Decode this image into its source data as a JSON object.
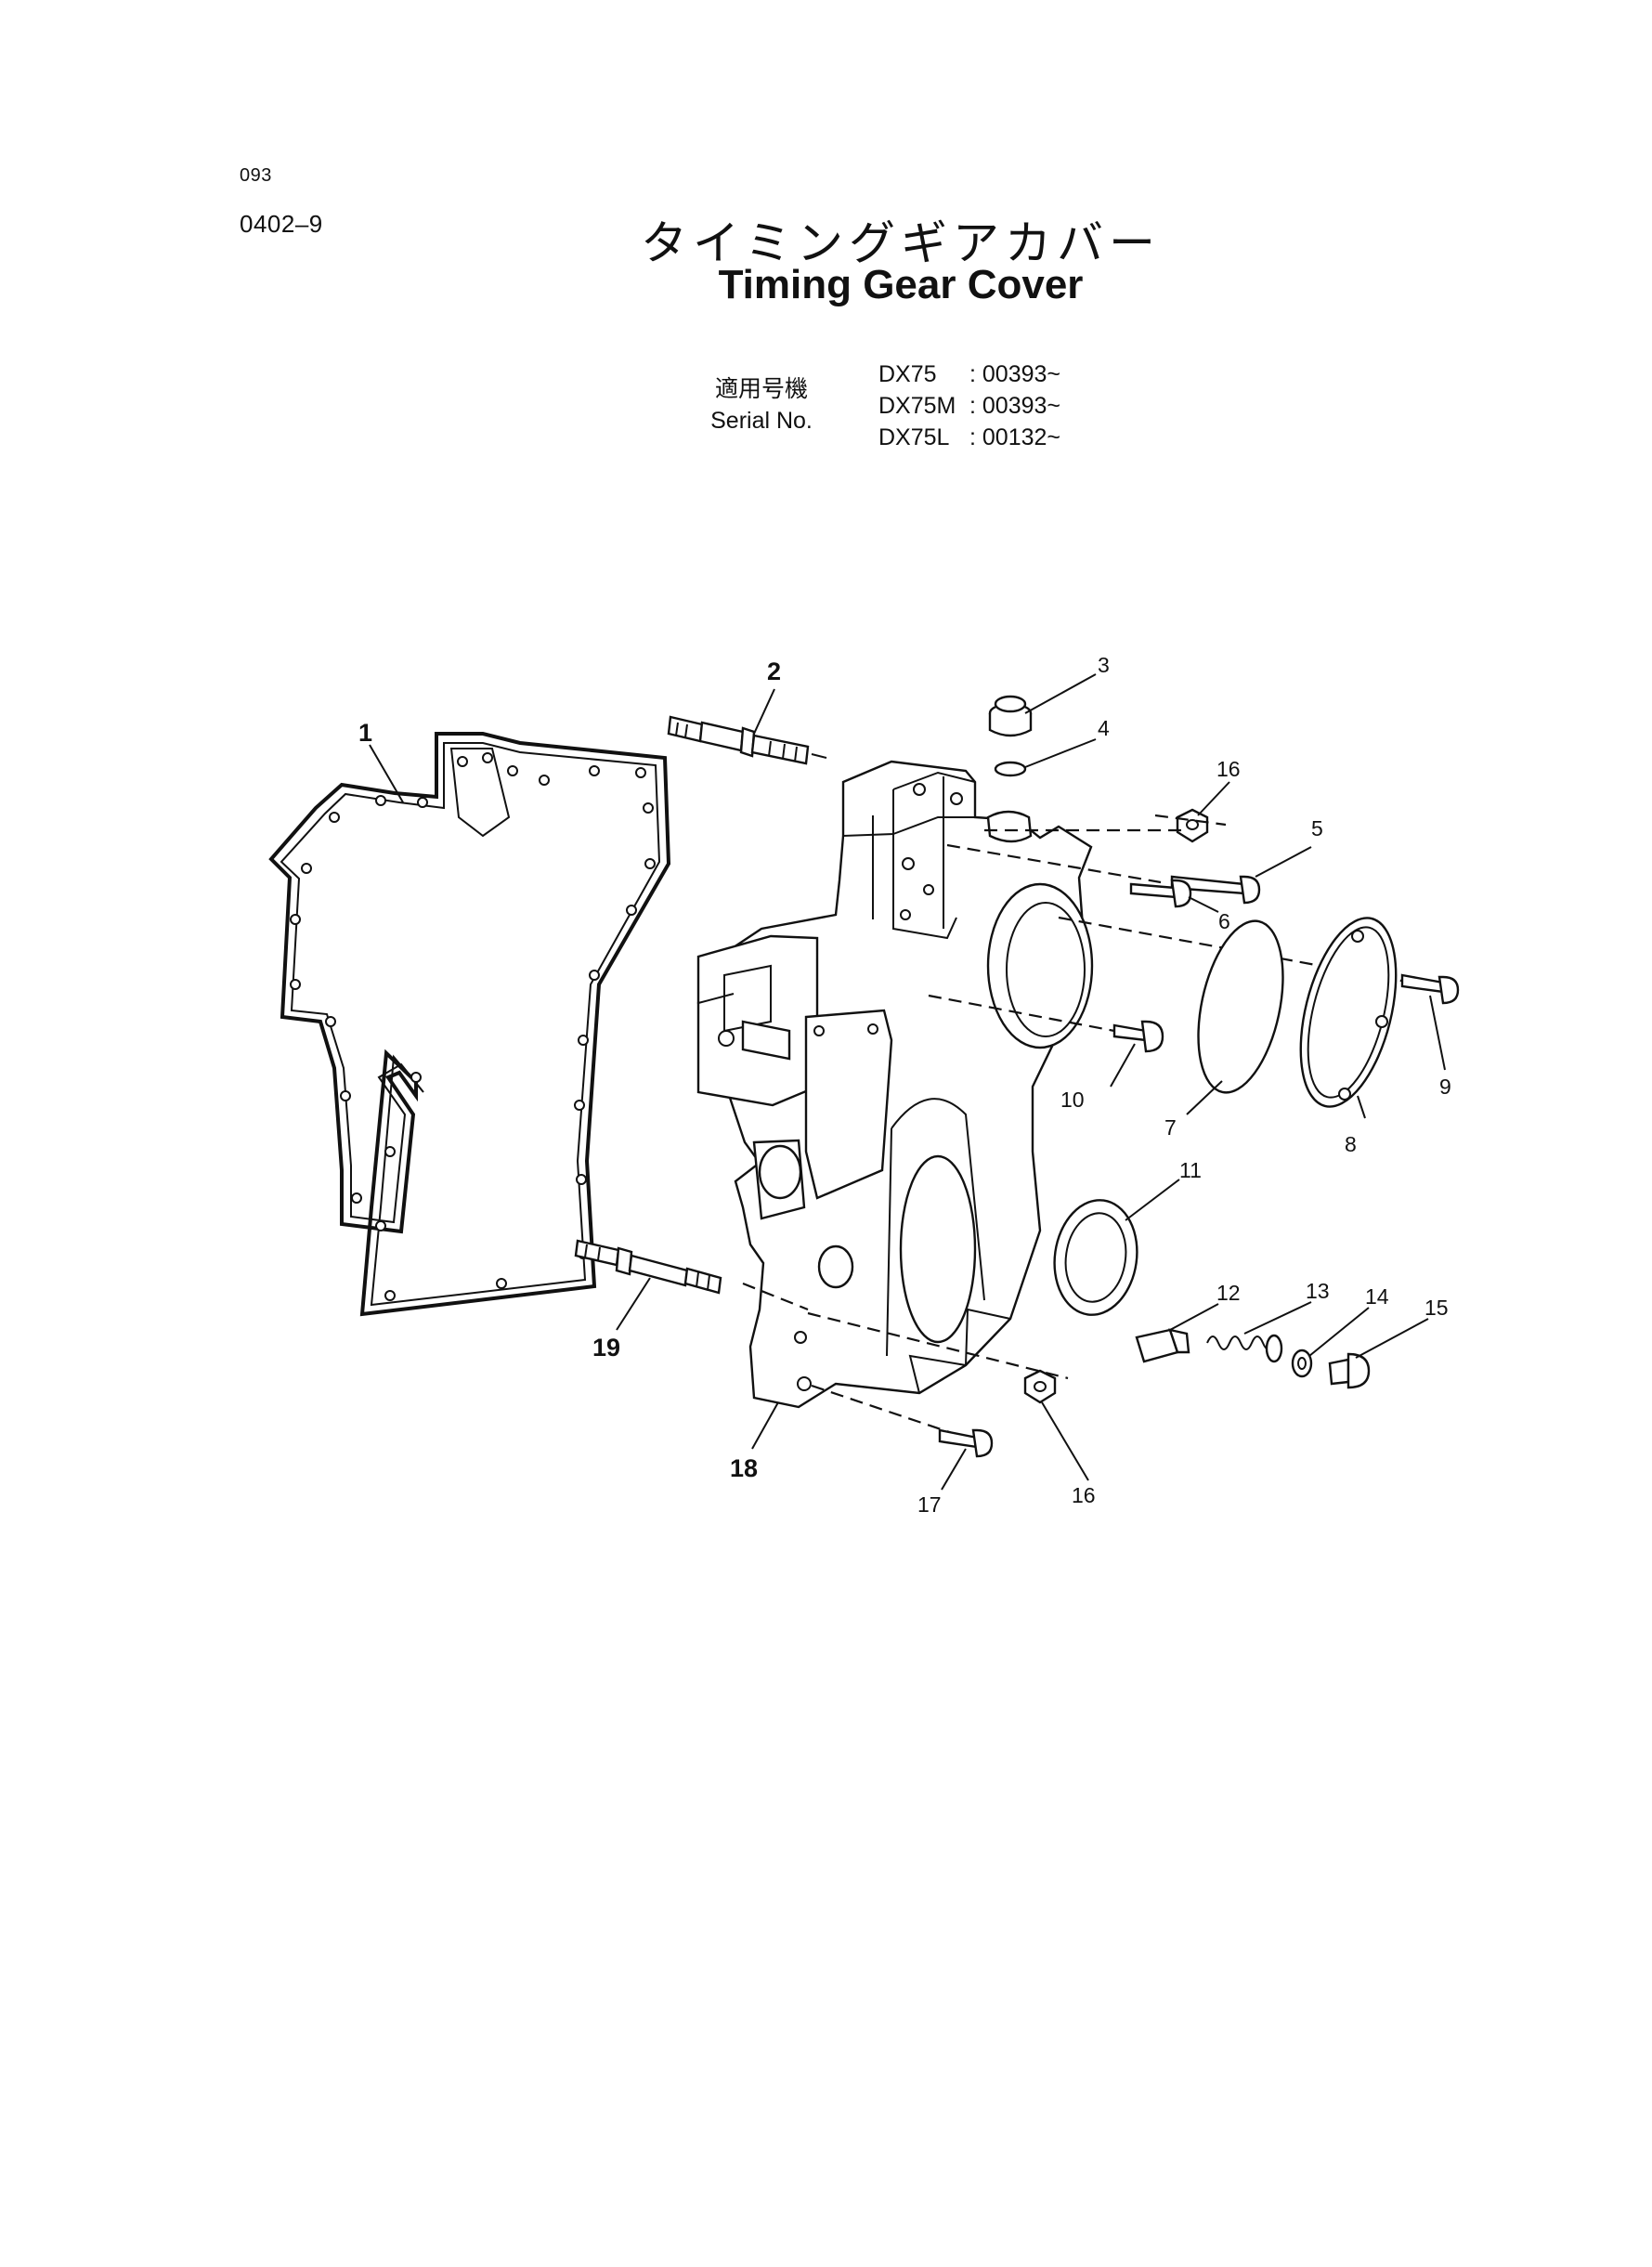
{
  "header": {
    "page_code": "093",
    "section_code": "0402–9",
    "title_jp": "タイミングギアカバー",
    "title_en": "Timing Gear Cover"
  },
  "serial": {
    "label_jp": "適用号機",
    "label_en": "Serial No.",
    "models": [
      {
        "model": "DX75",
        "range": ": 00393~"
      },
      {
        "model": "DX75M",
        "range": ": 00393~"
      },
      {
        "model": "DX75L",
        "range": ": 00132~"
      }
    ]
  },
  "callouts": [
    {
      "id": "1",
      "label": "1"
    },
    {
      "id": "2",
      "label": "2"
    },
    {
      "id": "3",
      "label": "3"
    },
    {
      "id": "4",
      "label": "4"
    },
    {
      "id": "5",
      "label": "5"
    },
    {
      "id": "6",
      "label": "6"
    },
    {
      "id": "7",
      "label": "7"
    },
    {
      "id": "8",
      "label": "8"
    },
    {
      "id": "9",
      "label": "9"
    },
    {
      "id": "10",
      "label": "10"
    },
    {
      "id": "11",
      "label": "11"
    },
    {
      "id": "12",
      "label": "12"
    },
    {
      "id": "13",
      "label": "13"
    },
    {
      "id": "14",
      "label": "14"
    },
    {
      "id": "15",
      "label": "15"
    },
    {
      "id": "16a",
      "label": "16"
    },
    {
      "id": "16b",
      "label": "16"
    },
    {
      "id": "17",
      "label": "17"
    },
    {
      "id": "18",
      "label": "18"
    },
    {
      "id": "19",
      "label": "19"
    }
  ]
}
